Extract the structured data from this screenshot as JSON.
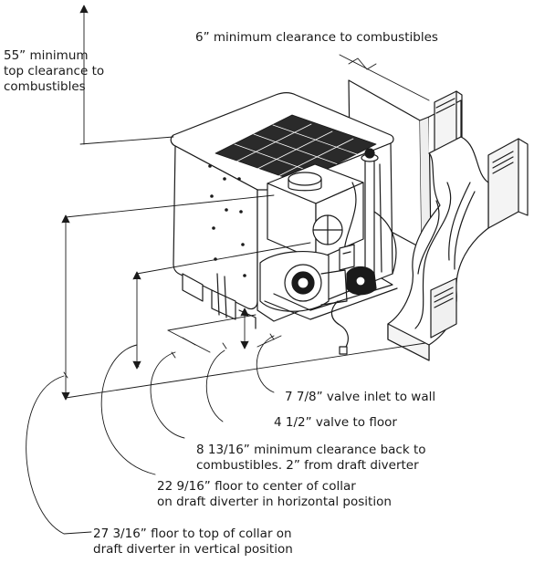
{
  "labels": {
    "top_clearance": [
      "55” minimum",
      "top clearance to",
      "combustibles"
    ],
    "side_clearance": [
      "6” minimum clearance to combustibles"
    ],
    "valve_inlet": [
      "7 7/8” valve inlet to wall"
    ],
    "valve_floor": [
      "4 1/2” valve to floor"
    ],
    "back_clearance": [
      "8 13/16” minimum clearance back to",
      "combustibles. 2” from draft diverter"
    ],
    "collar_horizontal": [
      "22 9/16” floor to center of collar",
      "on draft diverter in horizontal position"
    ],
    "collar_vertical": [
      "27 3/16” floor to top of collar on",
      "draft diverter in vertical position"
    ]
  }
}
